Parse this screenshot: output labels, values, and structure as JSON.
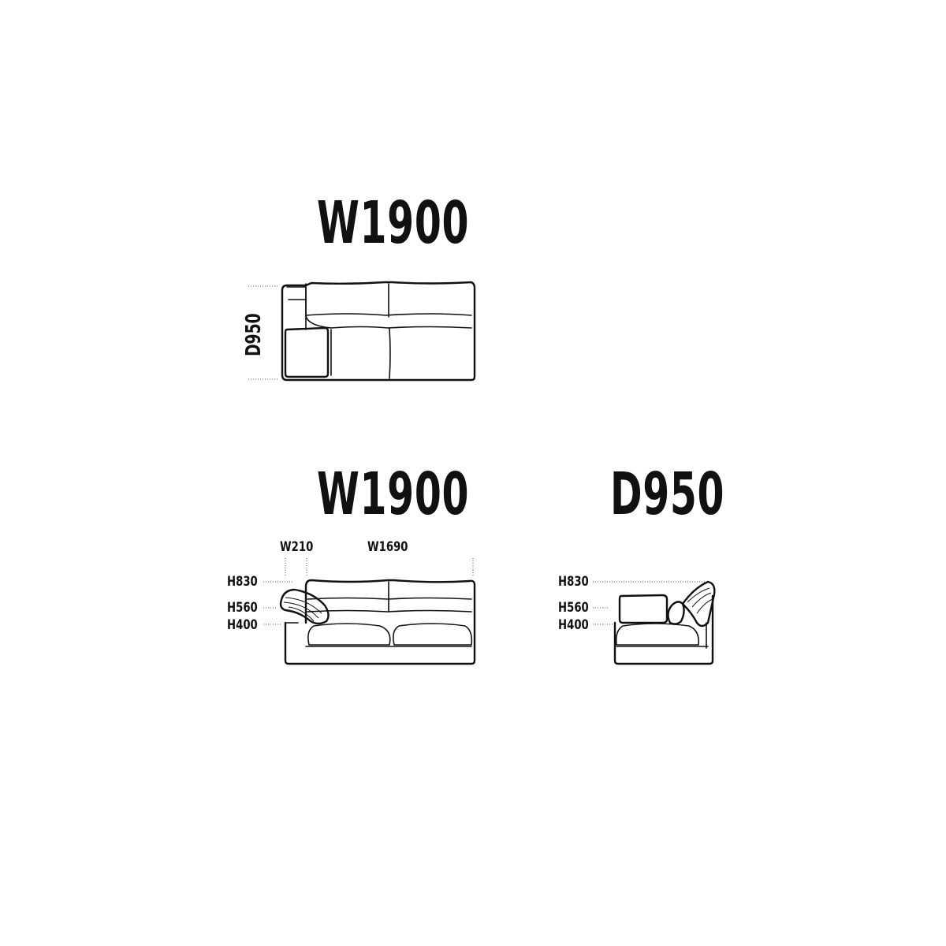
{
  "plan_view": {
    "width_label": "W1900",
    "depth_label": "D950"
  },
  "front_view": {
    "width_label": "W1900",
    "arm_width_label": "W210",
    "seat_width_label": "W1690",
    "height_back_label": "H830",
    "height_arm_label": "H560",
    "height_seat_label": "H400"
  },
  "side_view": {
    "depth_label": "D950",
    "height_back_label": "H830",
    "height_arm_label": "H560",
    "height_seat_label": "H400"
  }
}
